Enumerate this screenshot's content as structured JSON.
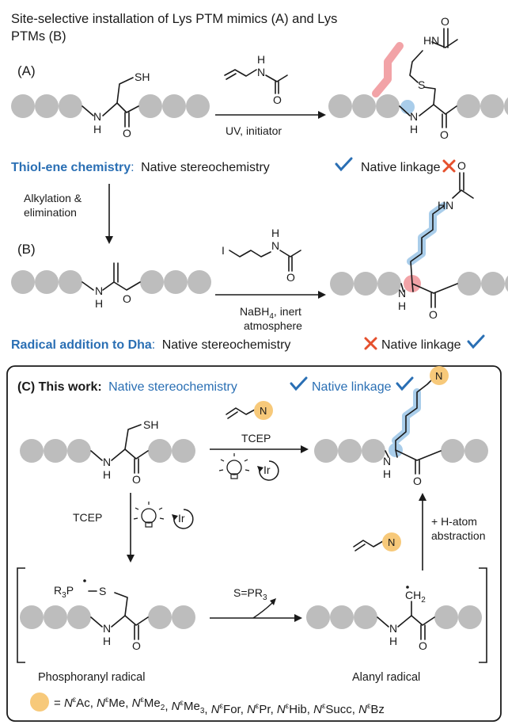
{
  "title": {
    "line1": "Site-selective installation of Lys PTM mimics (A) and Lys",
    "line2": "PTMs (B)"
  },
  "sectionA": {
    "label": "(A)",
    "sh": "SH",
    "nh_n": "N",
    "nh_h": "H",
    "o": "O",
    "reagent_h": "H",
    "reagent_n": "N",
    "reagent_o": "O",
    "conditions": "UV, initiator",
    "product_hn": "HN",
    "product_o": "O",
    "product_s": "S",
    "product_n": "N",
    "product_h": "H",
    "product_o2": "O"
  },
  "verdictA": {
    "method": "Thiol-ene chemistry",
    "colon": ":",
    "stereo": "Native stereochemistry",
    "linkage": "Native linkage"
  },
  "step_between": {
    "line1": "Alkylation &",
    "line2": "elimination"
  },
  "sectionB": {
    "label": "(B)",
    "n": "N",
    "h": "H",
    "o": "O",
    "reagent_i": "I",
    "reagent_h": "H",
    "reagent_n": "N",
    "reagent_o": "O",
    "conditions_line1": "NaBH",
    "conditions_sub": "4",
    "conditions_rest": ", inert",
    "conditions_line2": "atmosphere",
    "product_hn": "HN",
    "product_o": "O",
    "product_n": "N",
    "product_h": "H",
    "product_o2": "O"
  },
  "verdictB": {
    "method": "Radical addition to Dha",
    "colon": ":",
    "stereo": "Native stereochemistry",
    "linkage": "Native linkage"
  },
  "sectionC": {
    "label": "(C) This work:",
    "stereo": "Native stereochemistry",
    "linkage": "Native linkage",
    "sh": "SH",
    "n": "N",
    "h": "H",
    "o": "O",
    "reagent_n": "N",
    "tcep_top": "TCEP",
    "ir": "Ir",
    "product_n_top": "N",
    "product_n": "N",
    "product_h": "H",
    "product_o": "O",
    "tcep_left": "TCEP",
    "h_atom_line1": "+ H-atom",
    "h_atom_line2": "abstraction",
    "radical_reagent_n": "N",
    "phos_r3p": "R",
    "phos_sub3": "3",
    "phos_p": "P",
    "phos_s": "S",
    "phos_n": "N",
    "phos_h": "H",
    "phos_o": "O",
    "phos_label": "Phosphoranyl radical",
    "byproduct_sp": "S=PR",
    "byproduct_sub": "3",
    "alanyl_ch": "CH",
    "alanyl_sub": "2",
    "alanyl_n": "N",
    "alanyl_h": "H",
    "alanyl_o": "O",
    "alanyl_label": "Alanyl radical",
    "legend_eq": "=",
    "legend_items": [
      "Ac",
      "Me",
      "Me",
      "Me",
      "For",
      "Pr",
      "Hib",
      "Succ",
      "Bz"
    ],
    "legend_subs": [
      "",
      "",
      "2",
      "3",
      "",
      "",
      "",
      "",
      ""
    ]
  },
  "colors": {
    "blue": "#2a6fb4",
    "red": "#e5502d",
    "bead": "#bdbdbd",
    "yellow": "#f7c97a",
    "pink_highlight": "#f2a3a7",
    "blue_highlight": "#a9cdea"
  }
}
